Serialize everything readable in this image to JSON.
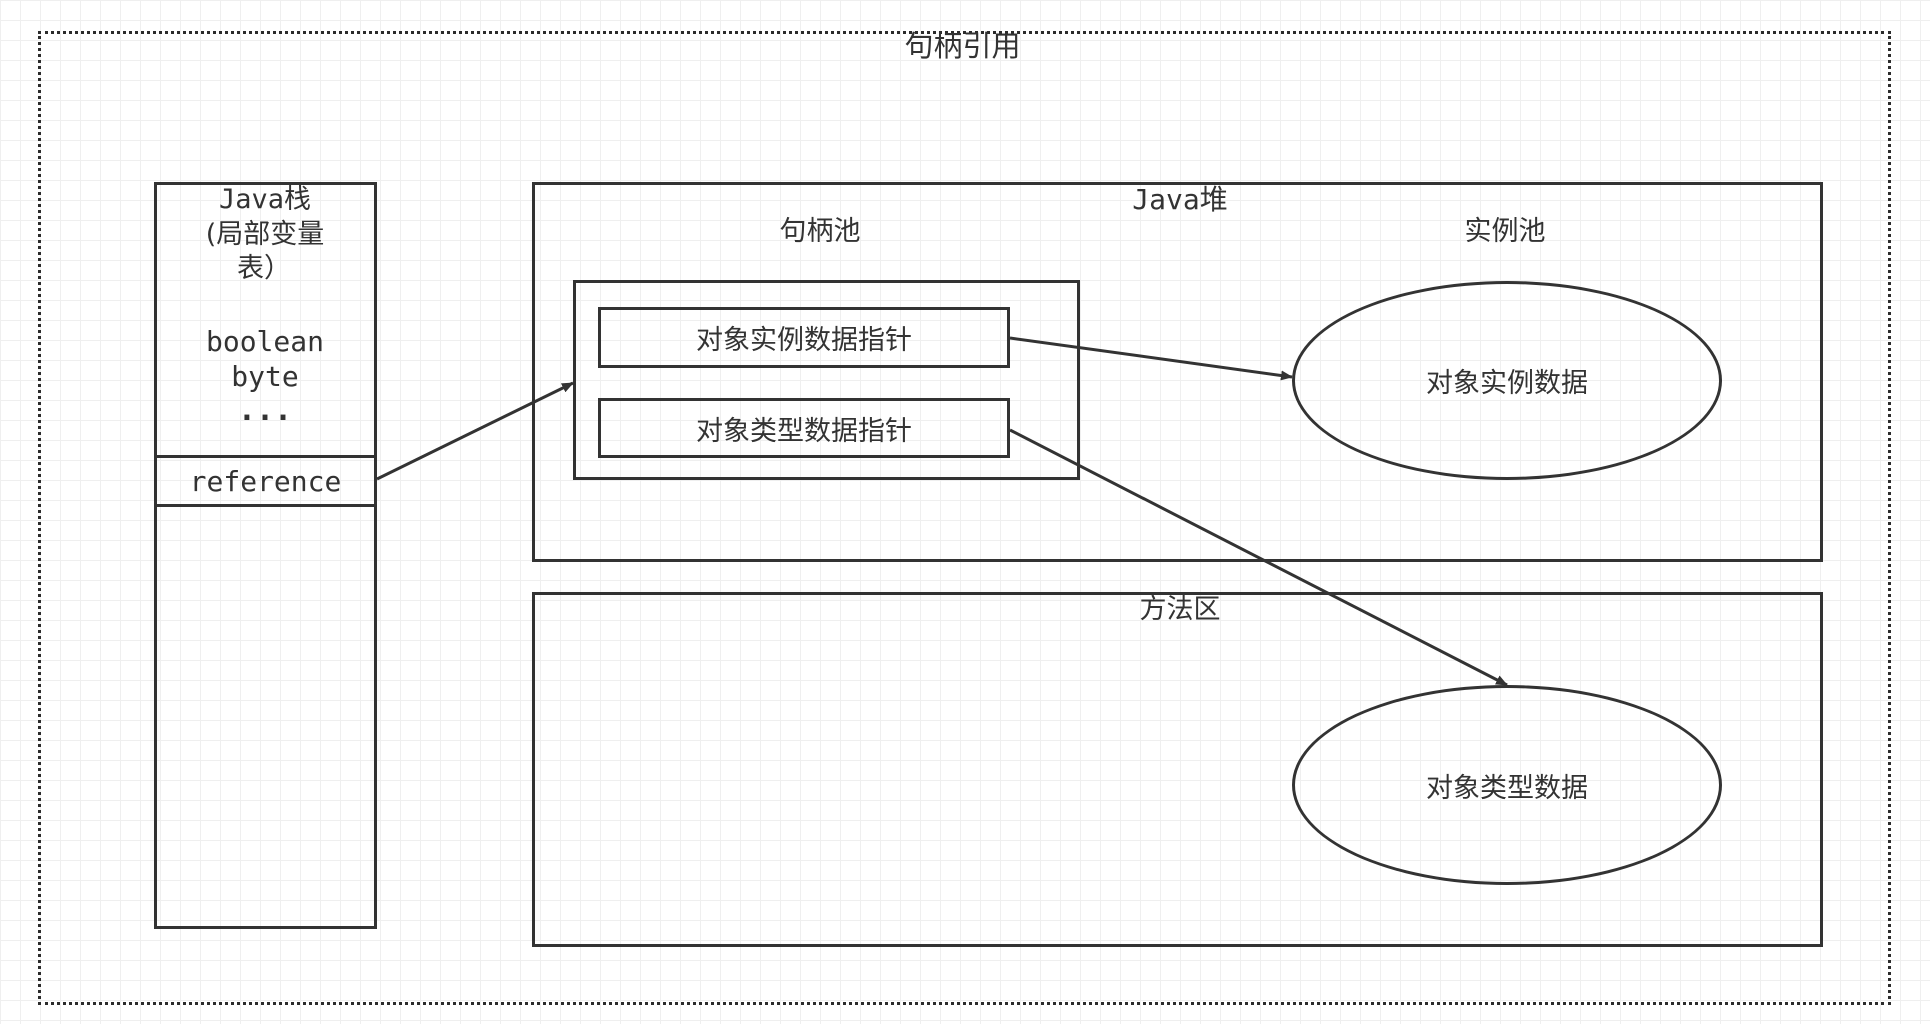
{
  "diagram": {
    "title": "句柄引用",
    "java_stack": {
      "title": "Java栈",
      "subtitle_line1": "(局部变量",
      "subtitle_line2": "表）",
      "item1": "boolean",
      "item2": "byte",
      "ellipsis": "...",
      "reference": "reference"
    },
    "java_heap": {
      "title": "Java堆",
      "handle_pool": {
        "title": "句柄池",
        "instance_pointer": "对象实例数据指针",
        "type_pointer": "对象类型数据指针"
      },
      "instance_pool": {
        "title": "实例池",
        "instance_data": "对象实例数据"
      }
    },
    "method_area": {
      "title": "方法区",
      "type_data": "对象类型数据"
    }
  }
}
